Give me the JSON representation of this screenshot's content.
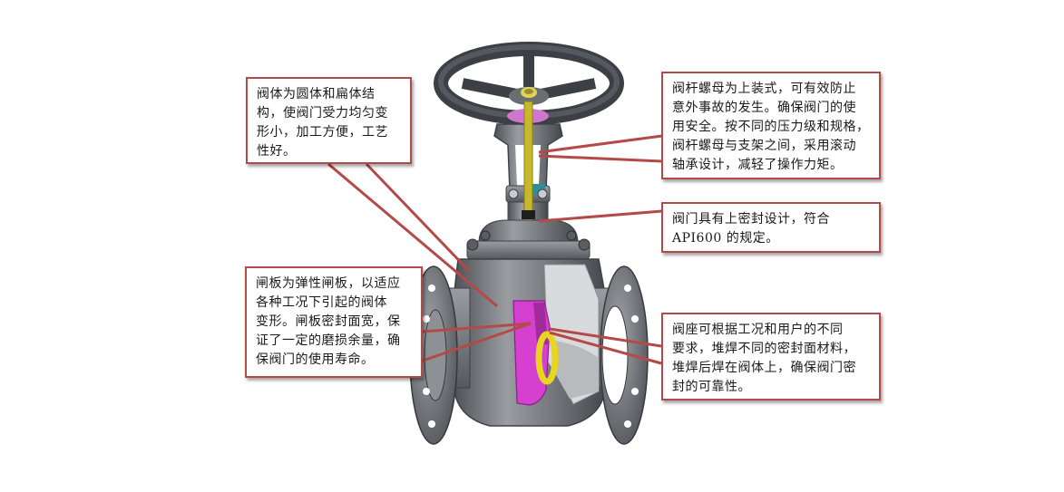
{
  "callouts": {
    "valve_body": "阀体为圆体和扁体结\n构，使阀门受力均匀变\n形小，加工方便，工艺\n性好。",
    "stem_nut": "阀杆螺母为上装式，可有效防止\n意外事故的发生。确保阀门的使\n用安全。按不同的压力级和规格，\n阀杆螺母与支架之间，采用滚动\n轴承设计，减轻了操作力矩。",
    "upper_seal": "阀门具有上密封设计，符合\nAPI600 的规定。",
    "gate_plate": "闸板为弹性闸板，以适应\n各种工况下引起的阀体\n变形。闸板密封面宽，保\n证了一定的磨损余量，确\n保阀门的使用寿命。",
    "valve_seat": "阀座可根据工况和用户的不同\n要求，堆焊不同的密封面材料，\n堆焊后焊在阀体上，确保阀门密\n封的可靠性。"
  },
  "colors": {
    "leader": "#b34a48",
    "body": "#6f7278",
    "handwheel": "#3c3f44",
    "stem": "#c8b92c",
    "gate": "#d640d0",
    "seat": "#e8d520",
    "bonnet_ring": "#cf77cf"
  },
  "icons": [
    "gate-valve-illustration"
  ]
}
